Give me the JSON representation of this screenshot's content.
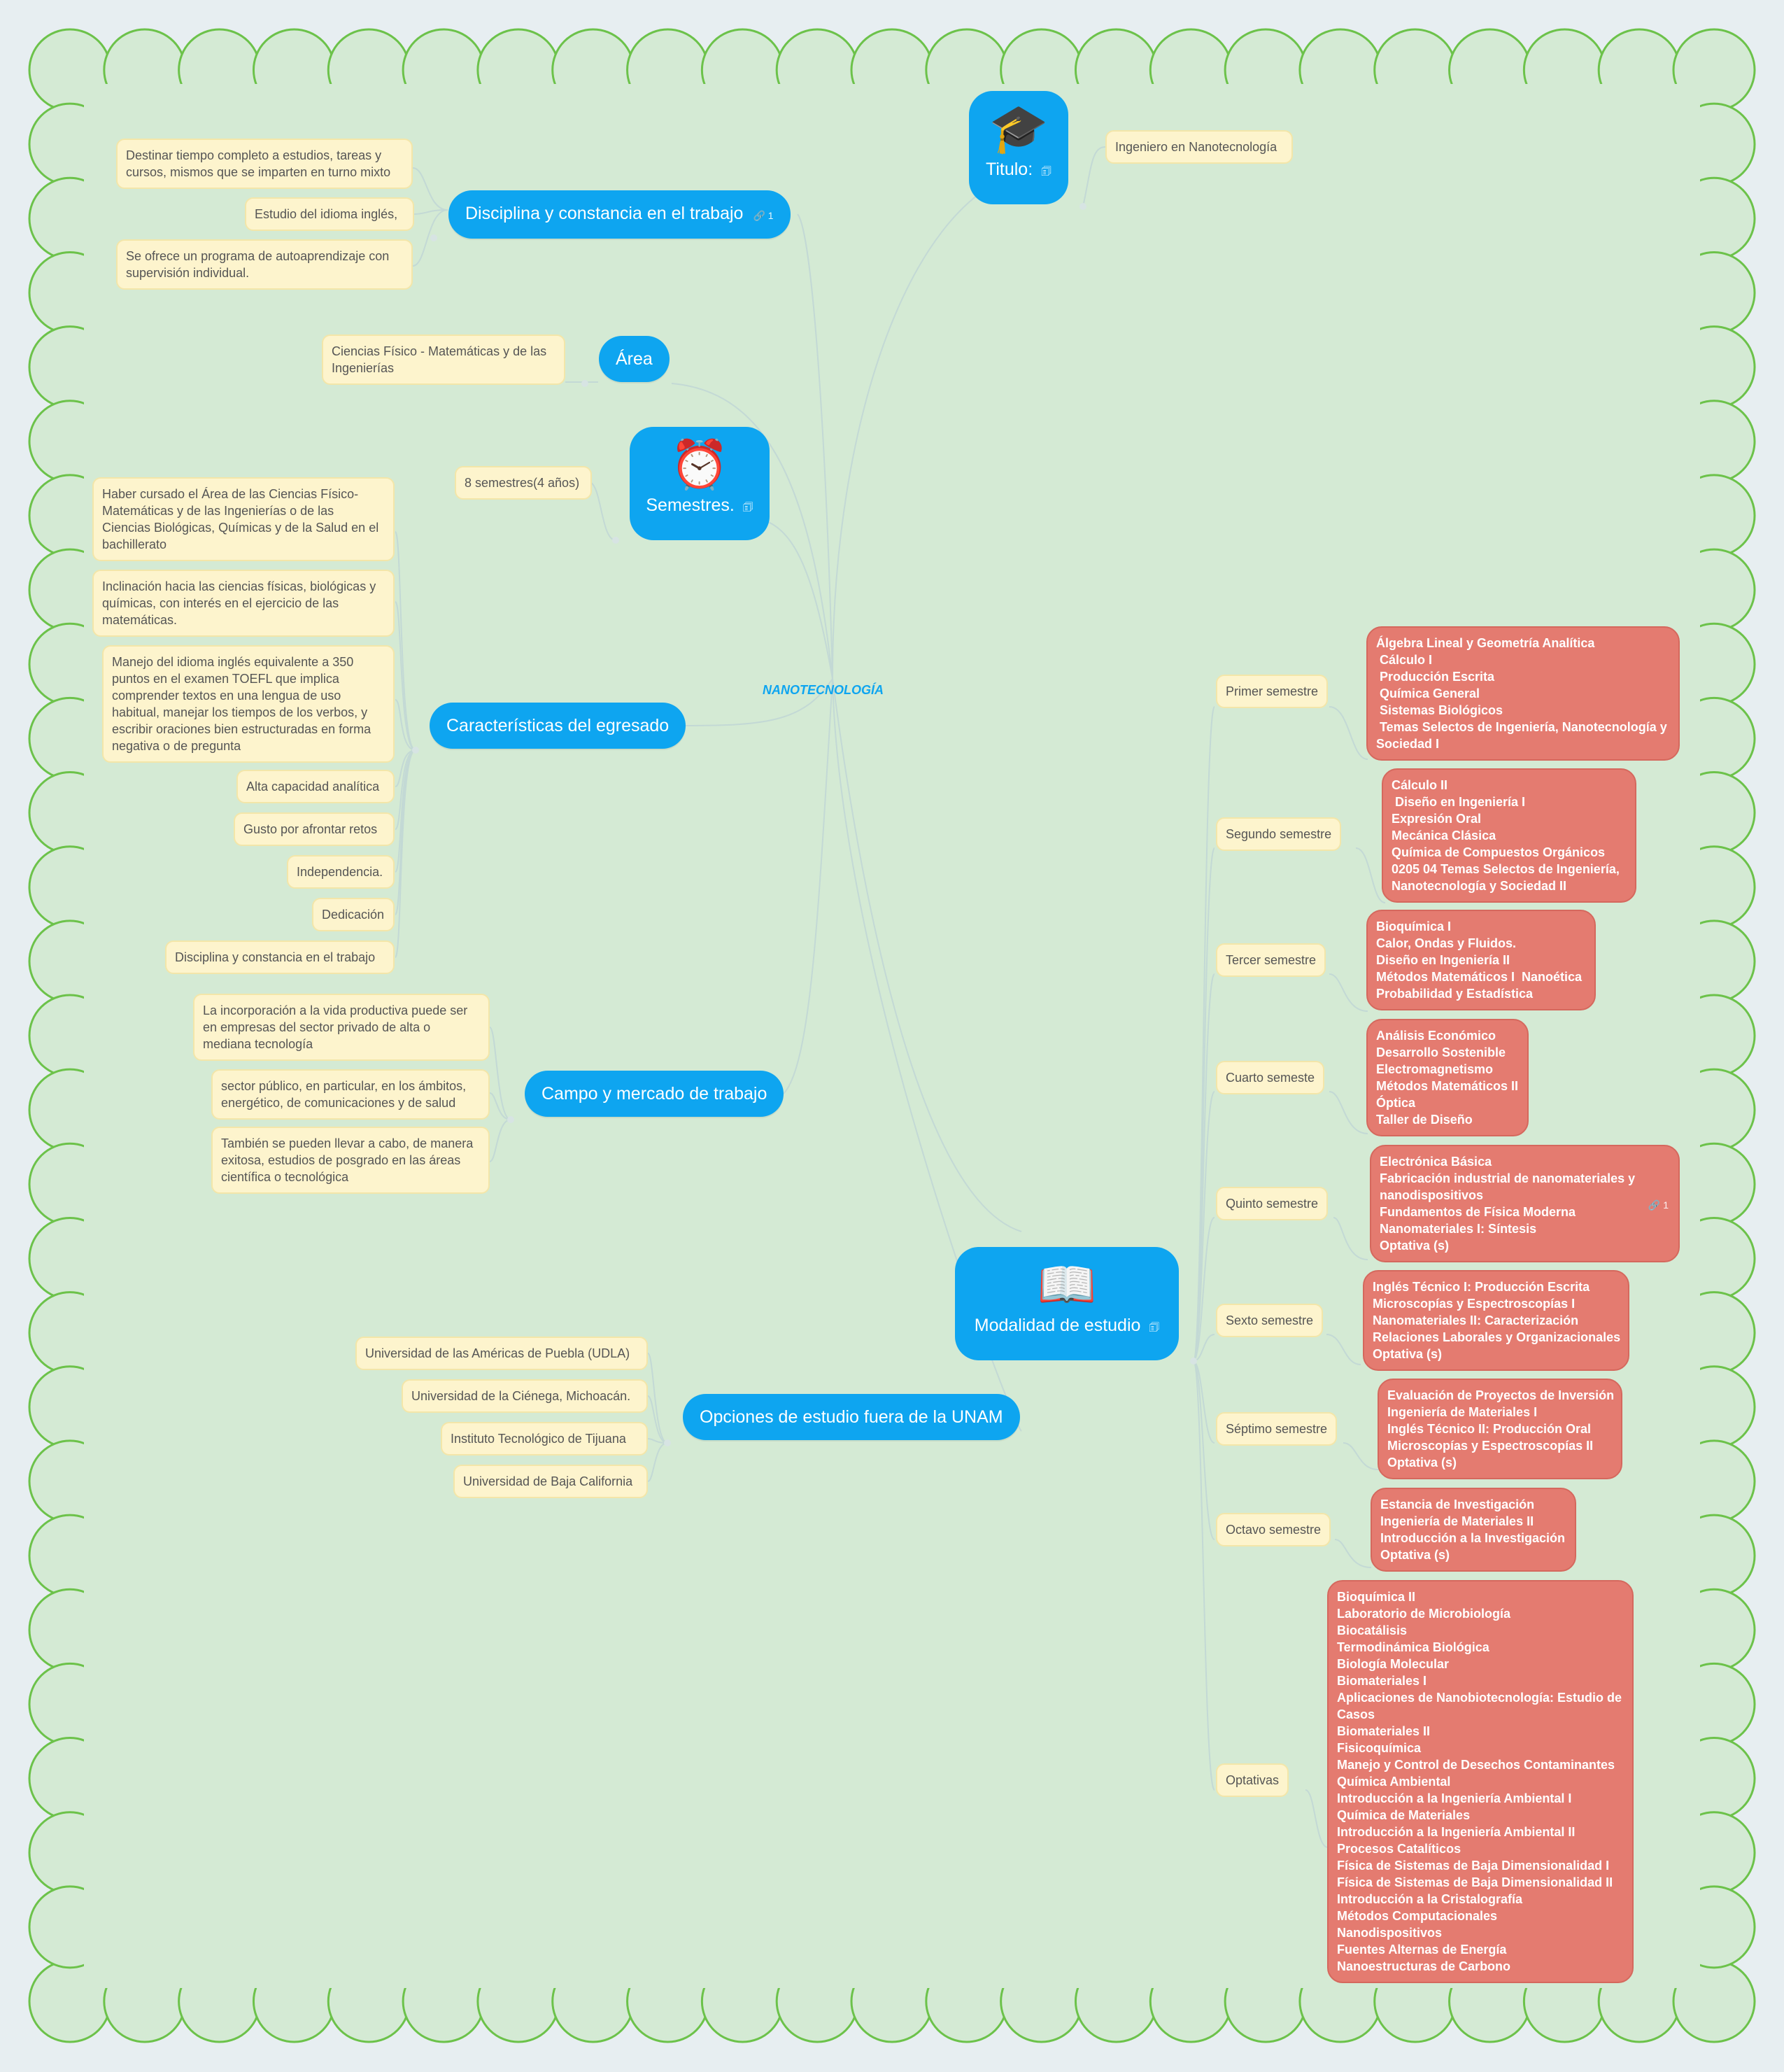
{
  "root": "NANOTECNOLOGÍA",
  "titulo": {
    "emoji": "🎓",
    "label": "Titulo:",
    "child": "Ingeniero en Nanotecnología"
  },
  "disciplina": {
    "label": "Disciplina y constancia en el trabajo",
    "link_count": "1",
    "children": [
      "Destinar tiempo completo a estudios, tareas y cursos, mismos que se imparten en turno mixto",
      "Estudio del idioma inglés,",
      "Se ofrece un programa de autoaprendizaje con supervisión individual."
    ]
  },
  "area": {
    "label": "Área",
    "child": "Ciencias Físico - Matemáticas y de las Ingenierías"
  },
  "semestres": {
    "emoji": "⏰",
    "label": "Semestres.",
    "child": "8 semestres(4 años)"
  },
  "egresado": {
    "label": "Características del egresado",
    "children": [
      "Haber cursado el Área de las Ciencias Físico-Matemáticas y de las Ingenierías o de las Ciencias Biológicas, Químicas y de la Salud en el bachillerato",
      "Inclinación hacia las ciencias físicas, biológicas y químicas, con interés en el ejercicio de las matemáticas.",
      "Manejo del idioma inglés equivalente a 350 puntos en el examen TOEFL que implica comprender textos en una lengua de uso habitual, manejar los tiempos de los verbos, y escribir oraciones bien estructuradas en forma negativa o de pregunta",
      "Alta capacidad analítica",
      "Gusto por afrontar retos",
      "Independencia.",
      "Dedicación",
      "Disciplina y constancia en el trabajo"
    ]
  },
  "campo": {
    "label": "Campo y mercado de trabajo",
    "children": [
      "La incorporación a la vida productiva puede ser en empresas del sector privado de alta o mediana tecnología",
      "sector público, en particular, en los ámbitos, energético, de comunicaciones y de salud",
      "También se pueden llevar a cabo, de manera exitosa, estudios de posgrado en las áreas científica o tecnológica"
    ]
  },
  "opciones": {
    "label": "Opciones de estudio fuera de la UNAM",
    "children": [
      "Universidad de las Américas de Puebla (UDLA)",
      "Universidad de la Ciénega, Michoacán.",
      "Instituto Tecnológico de Tijuana",
      "Universidad de Baja California"
    ]
  },
  "modalidad": {
    "emoji": "📖",
    "label": "Modalidad de estudio",
    "semesters": [
      {
        "label": "Primer semestre",
        "subjects": "Álgebra Lineal y Geometría Analítica\n Cálculo I\n Producción Escrita\n Química General\n Sistemas Biológicos\n Temas Selectos de Ingeniería, Nanotecnología y\nSociedad I"
      },
      {
        "label": "Segundo semestre",
        "subjects": "Cálculo II\n Diseño en Ingeniería I\nExpresión Oral\nMecánica Clásica\nQuímica de Compuestos Orgánicos\n0205 04 Temas Selectos de Ingeniería,\nNanotecnología y Sociedad II"
      },
      {
        "label": "Tercer semestre",
        "subjects": "Bioquímica I\nCalor, Ondas y Fluidos.\nDiseño en Ingeniería II\nMétodos Matemáticos I  Nanoética\nProbabilidad y Estadística"
      },
      {
        "label": "Cuarto semeste",
        "subjects": "Análisis Económico\nDesarrollo Sostenible\nElectromagnetismo\nMétodos Matemáticos II\nÓptica\nTaller de Diseño"
      },
      {
        "label": "Quinto semestre",
        "subjects": "Electrónica Básica\nFabricación industrial de nanomateriales y\nnanodispositivos\nFundamentos de Física Moderna\nNanomateriales I: Síntesis\nOptativa (s)",
        "link_count": "1"
      },
      {
        "label": "Sexto semestre",
        "subjects": "Inglés Técnico I: Producción Escrita\nMicroscopías y Espectroscopías I\nNanomateriales II: Caracterización\nRelaciones Laborales y Organizacionales\nOptativa (s)"
      },
      {
        "label": "Séptimo semestre",
        "subjects": "Evaluación de Proyectos de Inversión\nIngeniería de Materiales I\nInglés Técnico II: Producción Oral\nMicroscopías y Espectroscopías II\nOptativa (s)"
      },
      {
        "label": "Octavo semestre",
        "subjects": "Estancia de Investigación\nIngeniería de Materiales II\nIntroducción a la Investigación\nOptativa (s)"
      },
      {
        "label": "Optativas",
        "subjects": "Bioquímica II\nLaboratorio de Microbiología\nBiocatálisis\nTermodinámica Biológica\nBiología Molecular\nBiomateriales I\nAplicaciones de Nanobiotecnología: Estudio de\nCasos\nBiomateriales II\nFisicoquímica\nManejo y Control de Desechos Contaminantes\nQuímica Ambiental\nIntroducción a la Ingeniería Ambiental I\nQuímica de Materiales\nIntroducción a la Ingeniería Ambiental II\nProcesos Catalíticos\nFísica de Sistemas de Baja Dimensionalidad I\nFísica de Sistemas de Baja Dimensionalidad II\nIntroducción a la Cristalografía\nMétodos Computacionales\nNanodispositivos\nFuentes Alternas de Energía\nNanoestructuras de Carbono"
      }
    ]
  },
  "colors": {
    "background": "#e7eef1",
    "board": "#d4ead4",
    "board_border": "#6cc24a",
    "topic": "#0ea5f0",
    "card": "#fdf4cd",
    "subject": "#e47b70"
  }
}
